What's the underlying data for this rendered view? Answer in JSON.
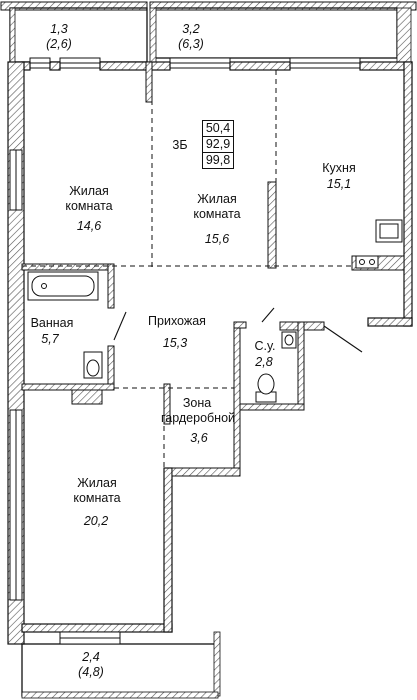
{
  "apartment": {
    "type_code": "3Б",
    "areas": {
      "living": "50,4",
      "total": "92,9",
      "total_with_balconies": "99,8"
    }
  },
  "rooms": {
    "living_room_1": {
      "name_line1": "Жилая",
      "name_line2": "комната",
      "area": "14,6"
    },
    "living_room_2": {
      "name_line1": "Жилая",
      "name_line2": "комната",
      "area": "15,6"
    },
    "kitchen": {
      "name": "Кухня",
      "area": "15,1"
    },
    "bathroom": {
      "name": "Ванная",
      "area": "5,7"
    },
    "hallway": {
      "name": "Прихожая",
      "area": "15,3"
    },
    "wc": {
      "name": "С.у.",
      "area": "2,8"
    },
    "wardrobe": {
      "name_line1": "Зона",
      "name_line2": "гардеробной",
      "area": "3,6"
    },
    "living_room_3": {
      "name_line1": "Жилая",
      "name_line2": "комната",
      "area": "20,2"
    }
  },
  "balconies": {
    "top_left": {
      "area": "1,3",
      "area_full": "(2,6)"
    },
    "top_right": {
      "area": "3,2",
      "area_full": "(6,3)"
    },
    "bottom": {
      "area": "2,4",
      "area_full": "(4,8)"
    }
  },
  "colors": {
    "wall": "#111111",
    "hatch": "#555555",
    "background": "#ffffff"
  }
}
